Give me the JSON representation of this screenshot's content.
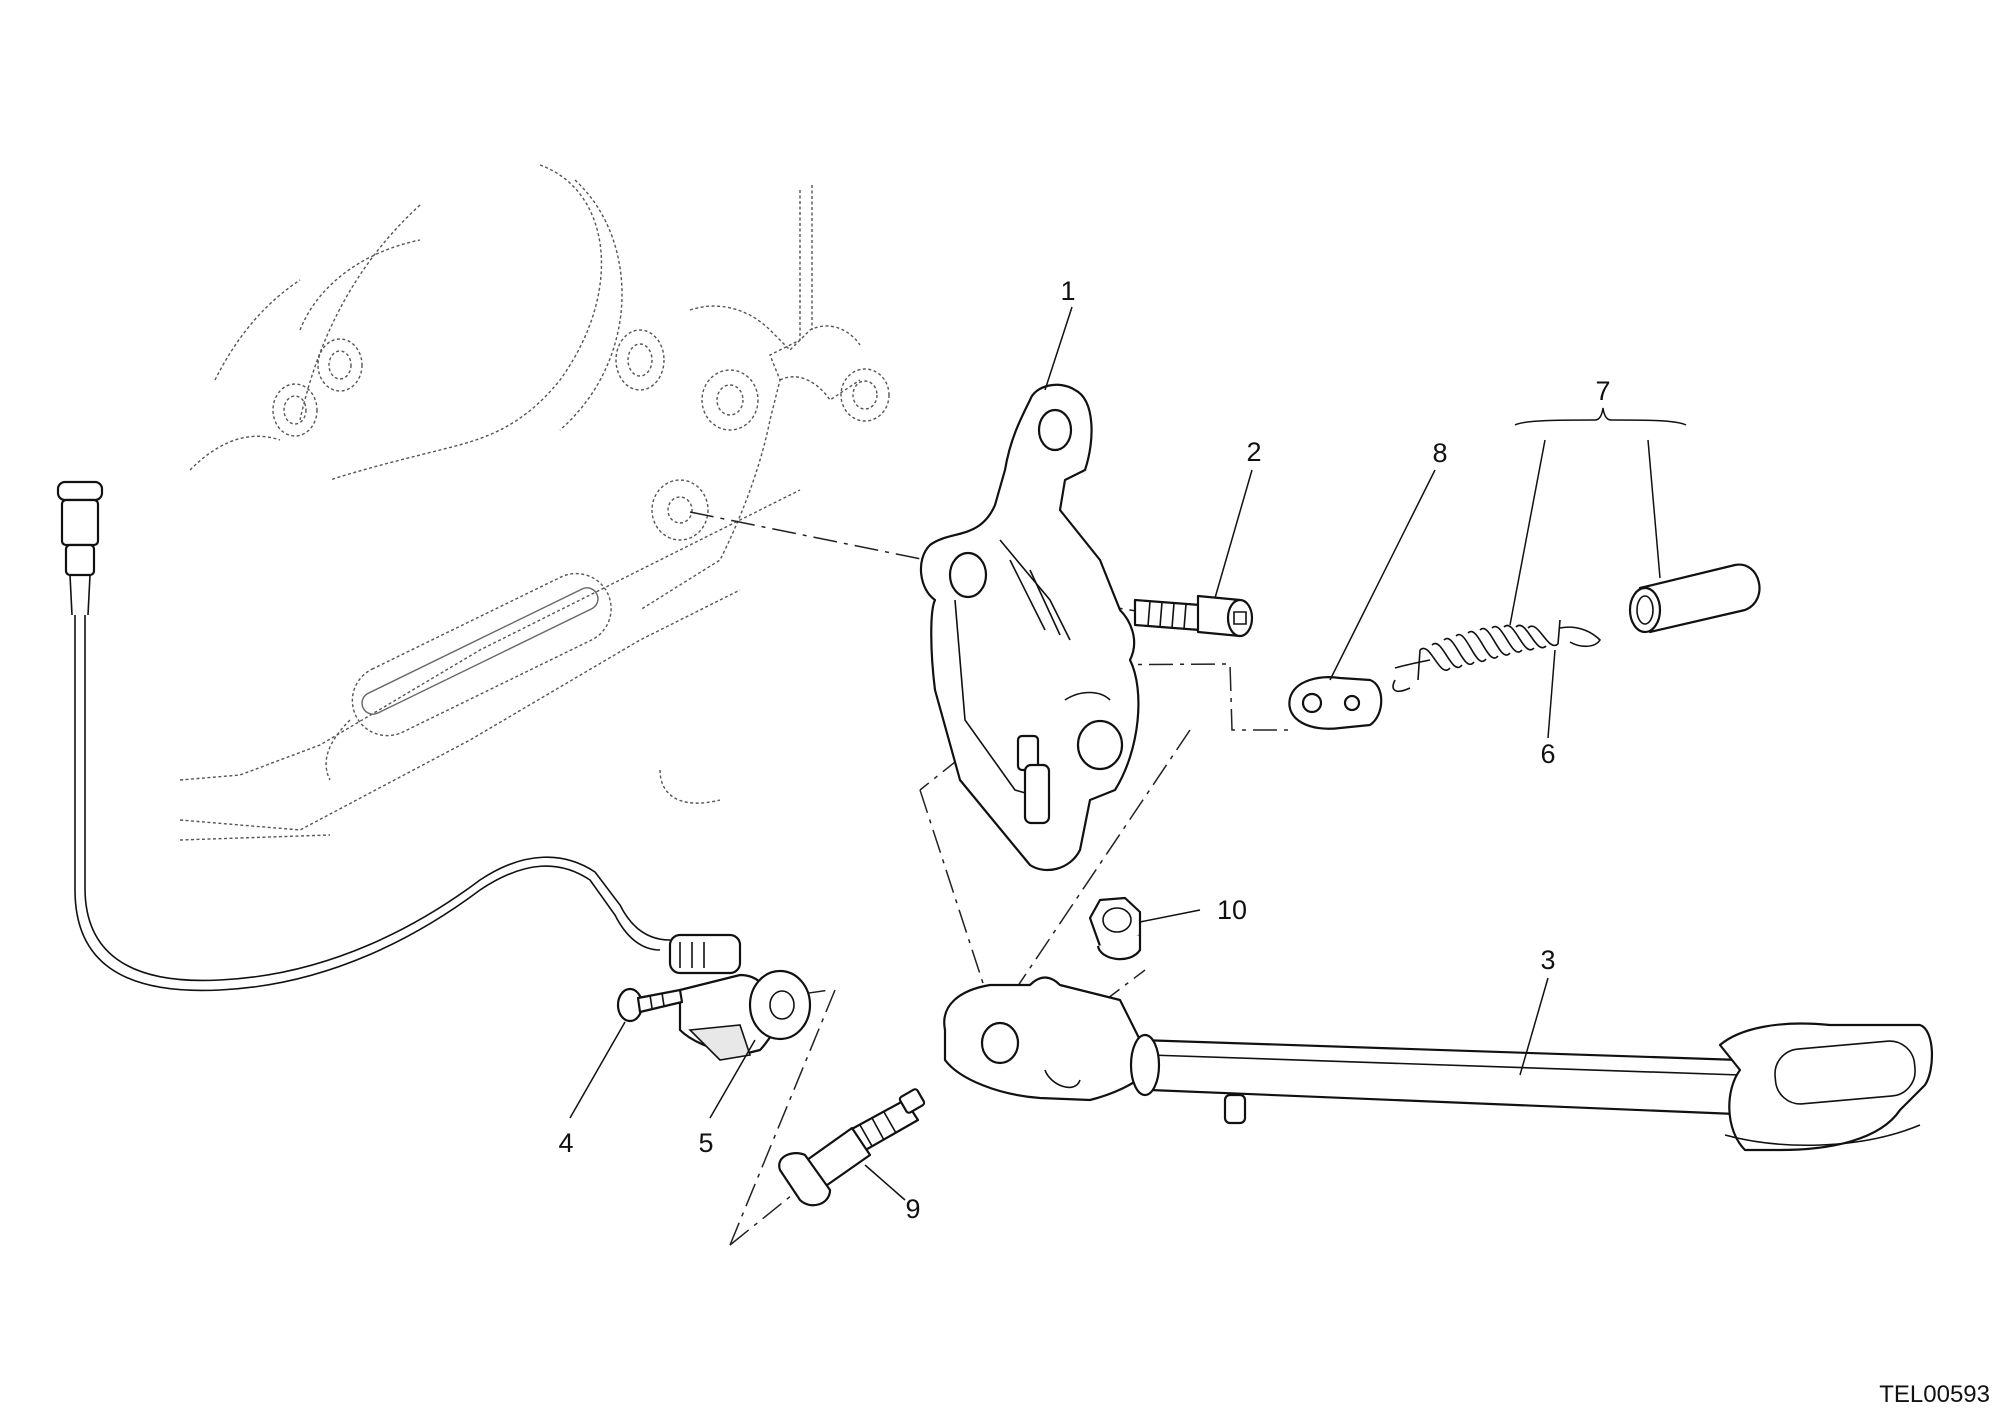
{
  "drawing_code": "TEL00593",
  "callouts": [
    {
      "id": "1",
      "label": "1"
    },
    {
      "id": "2",
      "label": "2"
    },
    {
      "id": "3",
      "label": "3"
    },
    {
      "id": "4",
      "label": "4"
    },
    {
      "id": "5",
      "label": "5"
    },
    {
      "id": "6",
      "label": "6"
    },
    {
      "id": "7",
      "label": "7"
    },
    {
      "id": "8",
      "label": "8"
    },
    {
      "id": "9",
      "label": "9"
    },
    {
      "id": "10",
      "label": "10"
    }
  ]
}
